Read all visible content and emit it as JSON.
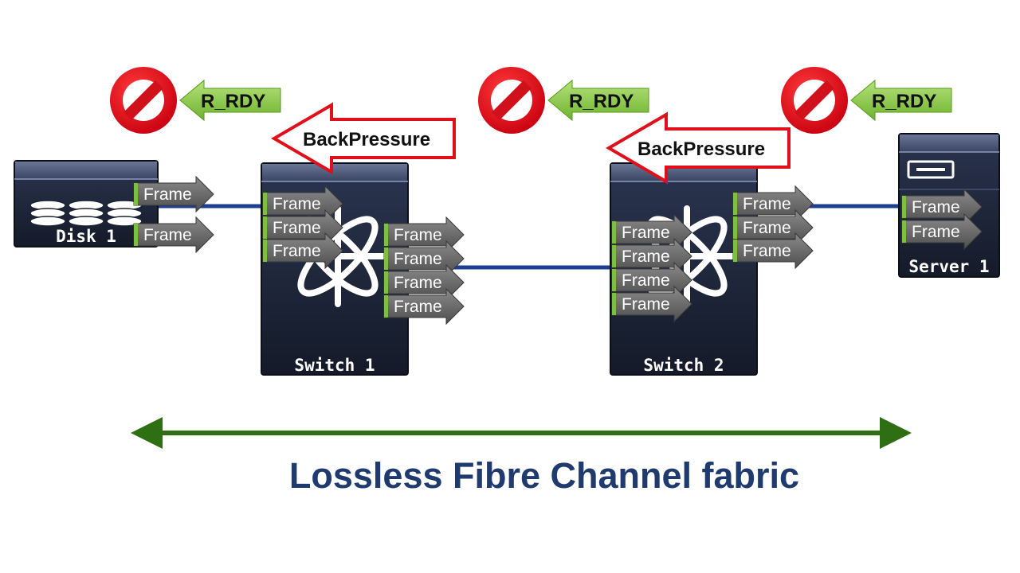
{
  "caption": "Lossless Fibre Channel fabric",
  "devices": {
    "disk": "Disk 1",
    "switch1": "Switch 1",
    "switch2": "Switch 2",
    "server": "Server 1"
  },
  "signals": {
    "r_rdy": "R_RDY",
    "backpressure": "BackPressure"
  },
  "frame_label": "Frame",
  "colors": {
    "caption": "#1f3a6e",
    "link": "#1e3f8f",
    "fabric_arrow": "#2f6f14",
    "rrdy_arrow": "#88cc44",
    "stop_sign": "#e0101a",
    "backpressure_border": "#e0101a",
    "device_body": "#1c2436",
    "frame_arrow": "#6a6a6a",
    "frame_stripe": "#7bc043"
  },
  "icons": [
    "disk-platter-icon",
    "fabric-switch-icon",
    "server-drive-icon",
    "prohibited-icon"
  ]
}
